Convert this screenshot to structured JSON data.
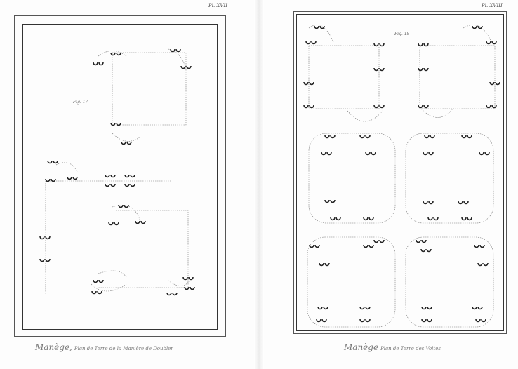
{
  "left_plate": {
    "plate_number": "Pl. XVII",
    "figure_label": "Fig. 17",
    "caption_title": "Manège,",
    "caption_text": "Plan de Terre de la Manière de Doubler"
  },
  "right_plate": {
    "plate_number": "Pl. XVIII",
    "figure_label": "Fig. 18",
    "caption_title": "Manège",
    "caption_text": "Plan de Terre des Voltes"
  }
}
